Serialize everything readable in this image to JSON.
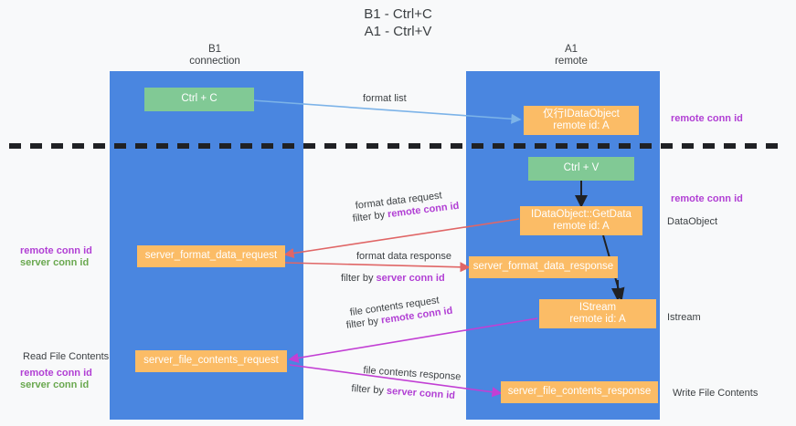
{
  "title": "B1 - Ctrl+C\nA1 - Ctrl+V",
  "lanes": [
    {
      "id": "b1",
      "header": "B1\nconnection"
    },
    {
      "id": "a1",
      "header": "A1\nremote"
    }
  ],
  "nodes": {
    "ctrl_c": "Ctrl + C",
    "idataobject_remote": "仅行IDataObject\nremote id: A",
    "ctrl_v": "Ctrl + V",
    "getdata": "IDataObject::GetData\nremote id: A",
    "server_format_data_request": "server_format_data_request",
    "server_format_data_response": "server_format_data_response",
    "istream": "IStream\nremote id: A",
    "server_file_contents_request": "server_file_contents_request",
    "server_file_contents_response": "server_file_contents_response"
  },
  "edge_labels": {
    "format_list": "format list",
    "format_data_request": "format data request",
    "filter_by_remote_1_prefix": "filter by ",
    "filter_by_remote_1_key": "remote conn id",
    "format_data_response": "format data response",
    "filter_by_server_1_prefix": "filter by ",
    "filter_by_server_1_key": "server conn id",
    "file_contents_request": "file contents request",
    "filter_by_remote_2_prefix": "filter by ",
    "filter_by_remote_2_key": "remote conn id",
    "file_contents_response": "file contents response",
    "filter_by_server_2_prefix": "filter by ",
    "filter_by_server_2_key": "server conn id"
  },
  "left_notes": {
    "conn_ids_remote": "remote conn id",
    "conn_ids_server": "server conn id",
    "read_file_contents": "Read File Contents",
    "conn_ids_remote_2": "remote conn id",
    "conn_ids_server_2": "server conn id"
  },
  "right_notes": {
    "remote_conn_id_top": "remote conn id",
    "remote_conn_id_mid": "remote conn id",
    "dataobject": "DataObject",
    "istream": "Istream",
    "write_file_contents": "Write File Contents"
  },
  "colors": {
    "lane": "#4a86e0",
    "node_green": "#81c995",
    "node_orange": "#fbbc66",
    "arrow_blue": "#7cb3e8",
    "arrow_red": "#e06666",
    "arrow_magenta": "#c23fd4",
    "arrow_black": "#202124",
    "key_purple": "#b13fd4",
    "key_green": "#6aa84f",
    "background": "#f8f9fa"
  }
}
